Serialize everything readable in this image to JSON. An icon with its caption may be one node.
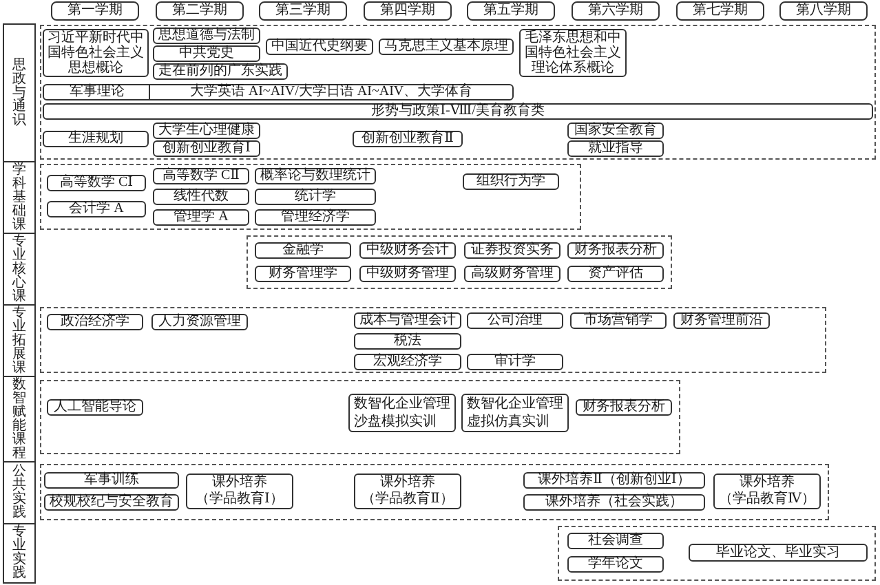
{
  "diagram": {
    "nodes": [
      {
        "text": [
          "第一学期"
        ]
      },
      {
        "text": [
          "第二学期"
        ]
      },
      {
        "text": [
          "第三学期"
        ]
      },
      {
        "text": [
          "第四学期"
        ]
      },
      {
        "text": [
          "第五学期"
        ]
      },
      {
        "text": [
          "第六学期"
        ]
      },
      {
        "text": [
          "第七学期"
        ]
      },
      {
        "text": [
          "第八学期"
        ]
      },
      {
        "text": [
          "思政与通识"
        ]
      },
      {
        "text": [],
        "shape": "box"
      },
      {
        "text": [
          "习近平新时代中国特色社会主义思想概论"
        ],
        "in": 9
      },
      {
        "text": [
          "思想道德与法制"
        ],
        "in": 9
      },
      {
        "text": [
          "中共党史"
        ],
        "in": 9
      },
      {
        "text": [
          "走在前列的广东实践"
        ],
        "in": 9
      },
      {
        "text": [
          "中国近代史纲要"
        ],
        "in": 9
      },
      {
        "text": [
          "马克思主义基本原理"
        ],
        "in": 9
      },
      {
        "text": [
          "毛泽东思想和中国特色社会主义理论体系概论"
        ],
        "in": 9
      },
      {
        "text": [
          "军事理论",
          "大学英语 AI~AIV/大学日语 AI~AIV、大学体育"
        ],
        "in": 9
      },
      {
        "text": [
          "形势与政策Ⅰ-Ⅷ/美育教育类"
        ],
        "in": 9
      },
      {
        "text": [
          "大学生心理健康"
        ],
        "in": 9
      },
      {
        "text": [
          "生涯规划"
        ],
        "in": 9
      },
      {
        "text": [
          "创新创业教育Ⅰ"
        ],
        "in": 9
      },
      {
        "text": [
          "创新创业教育Ⅱ"
        ],
        "in": 9
      },
      {
        "text": [
          "国家安全教育"
        ],
        "in": 9
      },
      {
        "text": [
          "就业指导"
        ],
        "in": 9
      },
      {
        "text": [
          "学科基础课"
        ]
      },
      {
        "text": [],
        "shape": "box"
      },
      {
        "text": [
          "高等数学 CⅠ"
        ],
        "in": 26
      },
      {
        "text": [
          "高等数学 CⅡ"
        ],
        "in": 26
      },
      {
        "text": [
          "概率论与数理统计"
        ],
        "in": 26
      },
      {
        "text": [
          "组织行为学"
        ],
        "in": 26
      },
      {
        "text": [
          "会计学 A"
        ],
        "in": 26
      },
      {
        "text": [
          "线性代数"
        ],
        "in": 26
      },
      {
        "text": [
          "统计学"
        ],
        "in": 26
      },
      {
        "text": [
          "管理学 A"
        ],
        "in": 26
      },
      {
        "text": [
          "管理经济学"
        ],
        "in": 26
      },
      {
        "text": [
          "专业核心课"
        ]
      },
      {
        "text": [],
        "shape": "box"
      },
      {
        "text": [
          "金融学"
        ],
        "in": 37
      },
      {
        "text": [
          "中级财务会计"
        ],
        "in": 37
      },
      {
        "text": [
          "证券投资实务"
        ],
        "in": 37
      },
      {
        "text": [
          "财务报表分析"
        ],
        "in": 37
      },
      {
        "text": [
          "财务管理学"
        ],
        "in": 37
      },
      {
        "text": [
          "中级财务管理"
        ],
        "in": 37
      },
      {
        "text": [
          "高级财务管理"
        ],
        "in": 37
      },
      {
        "text": [
          "资产评估"
        ],
        "in": 37
      },
      {
        "text": [
          "专业拓展课"
        ]
      },
      {
        "text": [],
        "shape": "box"
      },
      {
        "text": [
          "政治经济学"
        ],
        "in": 47
      },
      {
        "text": [
          "人力资源管理"
        ],
        "in": 47
      },
      {
        "text": [
          "成本与管理会计"
        ],
        "in": 47
      },
      {
        "text": [
          "公司治理"
        ],
        "in": 47
      },
      {
        "text": [
          "市场营销学"
        ],
        "in": 47
      },
      {
        "text": [
          "财务管理前沿"
        ],
        "in": 47
      },
      {
        "text": [
          "税法"
        ],
        "in": 47
      },
      {
        "text": [
          "宏观经济学"
        ],
        "in": 47
      },
      {
        "text": [
          "审计学"
        ],
        "in": 47
      },
      {
        "text": [
          "数智赋能课程"
        ]
      },
      {
        "text": [],
        "shape": "box"
      },
      {
        "text": [
          "人工智能导论"
        ],
        "in": 58
      },
      {
        "text": [
          "数智化企业管理沙盘模拟实训"
        ],
        "in": 58
      },
      {
        "text": [
          "数智化企业管理虚拟仿真实训"
        ],
        "in": 58
      },
      {
        "text": [
          "财务报表分析"
        ],
        "in": 58
      },
      {
        "text": [
          "公共实践"
        ]
      },
      {
        "text": [],
        "shape": "box"
      },
      {
        "text": [
          "军事训练"
        ],
        "in": 64
      },
      {
        "text": [
          "课外培养（学品教育Ⅰ）"
        ],
        "in": 64
      },
      {
        "text": [
          "课外培养（学品教育Ⅱ）"
        ],
        "in": 64
      },
      {
        "text": [
          "课外培养Ⅱ（创新创业Ⅰ）"
        ],
        "in": 64
      },
      {
        "text": [
          "课外培养（学品教育Ⅳ）"
        ],
        "in": 64
      },
      {
        "text": [
          "校规校纪与安全教育"
        ],
        "in": 64
      },
      {
        "text": [
          "课外培养（社会实践）"
        ],
        "in": 64
      },
      {
        "text": [
          "专业实践"
        ]
      },
      {
        "text": [],
        "shape": "box"
      },
      {
        "text": [
          "社会调查"
        ],
        "in": 73
      },
      {
        "text": [
          "毕业论文、毕业实习"
        ],
        "in": 73
      },
      {
        "text": [
          "学年论文"
        ],
        "in": 73
      }
    ]
  }
}
